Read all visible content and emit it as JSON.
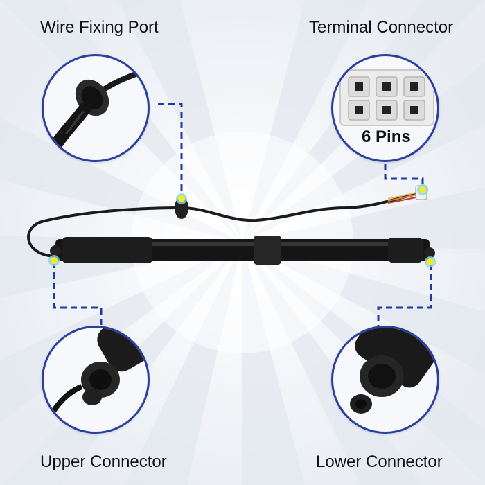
{
  "labels": {
    "wire_fixing_port": "Wire Fixing Port",
    "terminal_connector": "Terminal Connector",
    "upper_connector": "Upper Connector",
    "lower_connector": "Lower Connector",
    "pins": "6 Pins"
  },
  "colors": {
    "callout_line": "#1f3aa8",
    "bubble_border": "#2a3f9e",
    "marker_dot": "#f2ea2a",
    "marker_halo": "#7fd6e6"
  }
}
